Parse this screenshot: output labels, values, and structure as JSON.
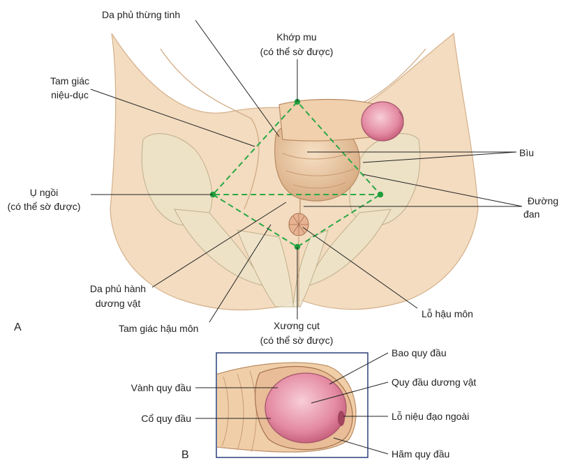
{
  "panel_a": {
    "letter": "A",
    "labels": {
      "spermatic_fascia": "Da phủ thừng tinh",
      "pubic_symphysis": "Khớp mu",
      "pubic_symphysis_note": "(có thể sờ được)",
      "urogenital_triangle_1": "Tam giác",
      "urogenital_triangle_2": "niệu-dục",
      "ischial_tuberosity": "Ụ ngồi",
      "ischial_tuberosity_note": "(có thể sờ được)",
      "scrotum": "Bìu",
      "raphe_1": "Đường",
      "raphe_2": "đan",
      "bulb_fascia_1": "Da phủ hành",
      "bulb_fascia_2": "dương vật",
      "anal_triangle": "Tam giác hậu môn",
      "coccyx": "Xương cụt",
      "coccyx_note": "(có thể sờ được)",
      "anus": "Lỗ hậu môn"
    }
  },
  "panel_b": {
    "letter": "B",
    "labels": {
      "corona": "Vành quy đầu",
      "neck": "Cổ quy đầu",
      "foreskin": "Bao quy đầu",
      "glans": "Quy đầu dương vật",
      "meatus": "Lỗ niệu đạo ngoài",
      "fossa": "Hãm quy đầu"
    }
  },
  "colors": {
    "skin": "#f3dcc0",
    "skin_shadow": "#e2bd95",
    "bone": "#ece3c8",
    "bone_edge": "#b8a880",
    "glans": "#e58ea6",
    "glans_light": "#f6c3d0",
    "triangle_line": "#2aa845",
    "dot": "#1f9e3d",
    "leader": "#222222",
    "frame": "#2b3f7a"
  }
}
